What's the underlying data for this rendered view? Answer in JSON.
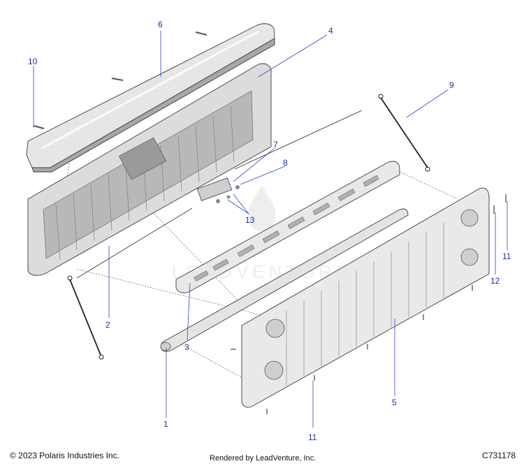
{
  "callouts": {
    "c1": "1",
    "c2": "2",
    "c3": "3",
    "c4": "4",
    "c5": "5",
    "c6": "6",
    "c7": "7",
    "c8": "8",
    "c9": "9",
    "c10": "10",
    "c11a": "11",
    "c11b": "11",
    "c12": "12",
    "c13": "13"
  },
  "footer": {
    "copyright": "© 2023 Polaris Industries Inc.",
    "rendered_by": "Rendered by LeadVenture, Inc.",
    "diagram_code": "C731178"
  },
  "watermark": "LEADVENTURE",
  "colors": {
    "callout_text": "#1b2fa8",
    "leader_line": "#2f45c6",
    "part_fill": "#e6e6e6",
    "part_shadow": "#9a9a9a"
  }
}
